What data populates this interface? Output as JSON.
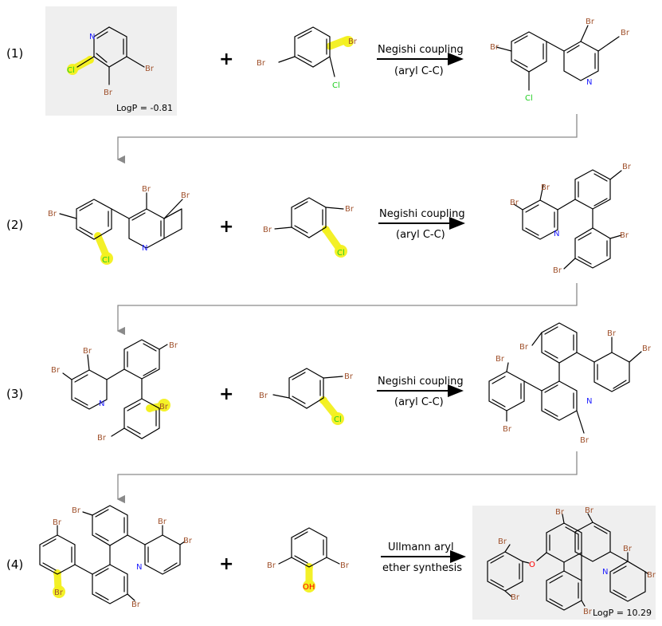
{
  "steps": [
    {
      "label": "(1)",
      "reaction_line1": "Negishi coupling",
      "reaction_line2": "(aryl C-C)",
      "logp_start": "LogP =  -0.81"
    },
    {
      "label": "(2)",
      "reaction_line1": "Negishi coupling",
      "reaction_line2": "(aryl C-C)"
    },
    {
      "label": "(3)",
      "reaction_line1": "Negishi coupling",
      "reaction_line2": "(aryl C-C)"
    },
    {
      "label": "(4)",
      "reaction_line1": "Ullmann aryl",
      "reaction_line2": "ether synthesis",
      "logp_end": "LogP =  10.29"
    }
  ],
  "plus_sign": "+",
  "atoms": {
    "br": "Br",
    "cl": "Cl",
    "n": "N",
    "o": "O",
    "oh": "OH"
  },
  "colors": {
    "bromine": "#a0522d",
    "chlorine": "#1fce1f",
    "nitrogen": "#2020ff",
    "oxygen": "#ff0000",
    "highlight": "#f3f01e",
    "box_background": "#efefef"
  }
}
